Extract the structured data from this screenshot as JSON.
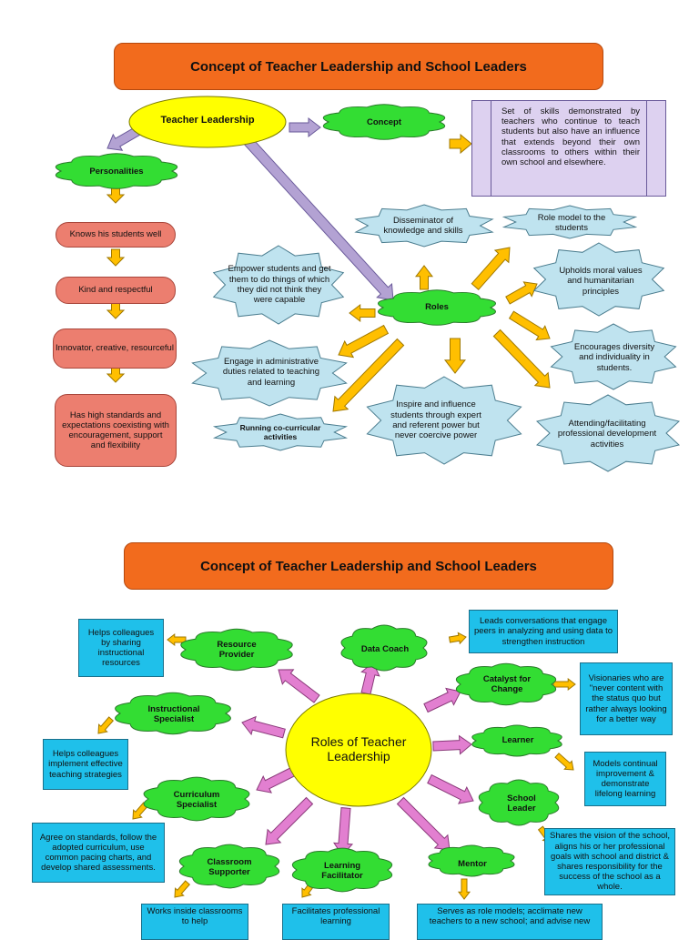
{
  "top": {
    "banner": "Concept of Teacher Leadership and School Leaders",
    "center": "Teacher Leadership",
    "concept_label": "Concept",
    "concept_text": "Set of skills demonstrated by teachers who continue to teach students but also have an influence that extends beyond their own classrooms to others within their own school and elsewhere.",
    "personalities_label": "Personalities",
    "traits": [
      "Knows his students well",
      "Kind and respectful",
      "Innovator, creative, resourceful",
      "Has high standards and expectations coexisting with encouragement, support and flexibility"
    ],
    "roles_label": "Roles",
    "roles": [
      "Disseminator of knowledge and skills",
      "Role model to the students",
      "Empower students and get them to do things of which they did not think they were capable",
      "Upholds moral values and humanitarian principles",
      "Engage in administrative duties related to teaching and learning",
      "Encourages diversity and individuality in students.",
      "Running co-curricular activities",
      "Inspire and influence students through expert and referent power but never coercive power",
      "Attending/facilitating professional development activities"
    ]
  },
  "bottom": {
    "banner": "Concept of Teacher Leadership and School Leaders",
    "center": "Roles of Teacher Leadership",
    "roles": [
      {
        "name": "Resource Provider",
        "desc": "Helps colleagues by sharing instructional resources"
      },
      {
        "name": "Data Coach",
        "desc": "Leads conversations that engage peers in analyzing and using data to strengthen instruction"
      },
      {
        "name": "Catalyst for Change",
        "desc": "Visionaries who are \"never content with the status quo but rather always looking for a better way"
      },
      {
        "name": "Instructional Specialist",
        "desc": "Helps colleagues implement effective teaching strategies"
      },
      {
        "name": "Learner",
        "desc": "Models continual improvement & demonstrate lifelong learning"
      },
      {
        "name": "Curriculum Specialist",
        "desc": "Agree on standards, follow the adopted curriculum, use common pacing charts, and develop shared assessments."
      },
      {
        "name": "School Leader",
        "desc": "Shares the vision of the school, aligns his or her professional goals with school and district & shares responsibility for the success of the school as a whole."
      },
      {
        "name": "Classroom Supporter",
        "desc": "Works inside classrooms to help"
      },
      {
        "name": "Learning Facilitator",
        "desc": "Facilitates professional learning"
      },
      {
        "name": "Mentor",
        "desc": "Serves as role models; acclimate new teachers to a new school; and advise new"
      }
    ]
  },
  "colors": {
    "banner": "#f26b1d",
    "cloud_green": "#33dd33",
    "oval_yellow": "#ffff00",
    "star_blue": "#bfe3ef",
    "arrow_orange": "#ffbf00",
    "arrow_purple": "#b3a2d3",
    "arrow_pink": "#e27fd0",
    "pill_red": "#ec7e6f",
    "box_cyan": "#1fc0ea",
    "concept_purple": "#ddd1f0"
  }
}
